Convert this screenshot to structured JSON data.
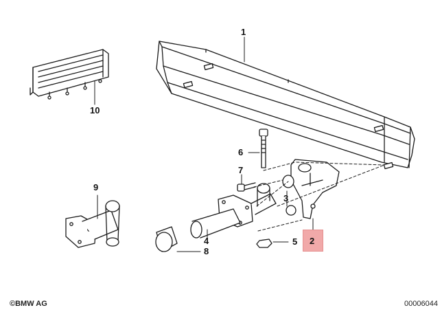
{
  "callouts": {
    "p1": "1",
    "p2": "2",
    "p3": "3",
    "p4": "4",
    "p5": "5",
    "p6": "6",
    "p7": "7",
    "p8": "8",
    "p9": "9",
    "p10": "10"
  },
  "highlight_color": "#f1a9a9",
  "footer": {
    "brand": "BMW AG",
    "doc_id": "00006044",
    "copyright_symbol": "©"
  }
}
